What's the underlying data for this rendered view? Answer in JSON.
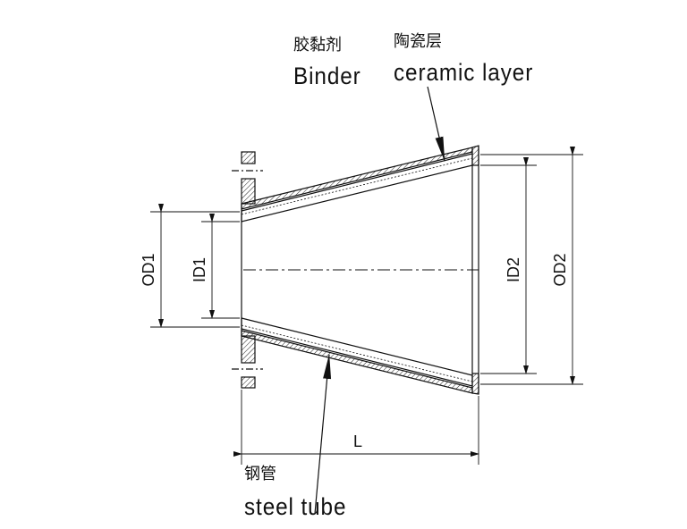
{
  "labels": {
    "binder_cn": "胶黏剂",
    "binder_en": "Binder",
    "ceramic_cn": "陶瓷层",
    "ceramic_en": "ceramic layer",
    "steel_cn": "钢管",
    "steel_en": "steel tube"
  },
  "dimensions": {
    "od1": "OD1",
    "id1": "ID1",
    "id2": "ID2",
    "od2": "OD2",
    "length": "L"
  },
  "colors": {
    "line": "#111111",
    "background": "#ffffff"
  }
}
